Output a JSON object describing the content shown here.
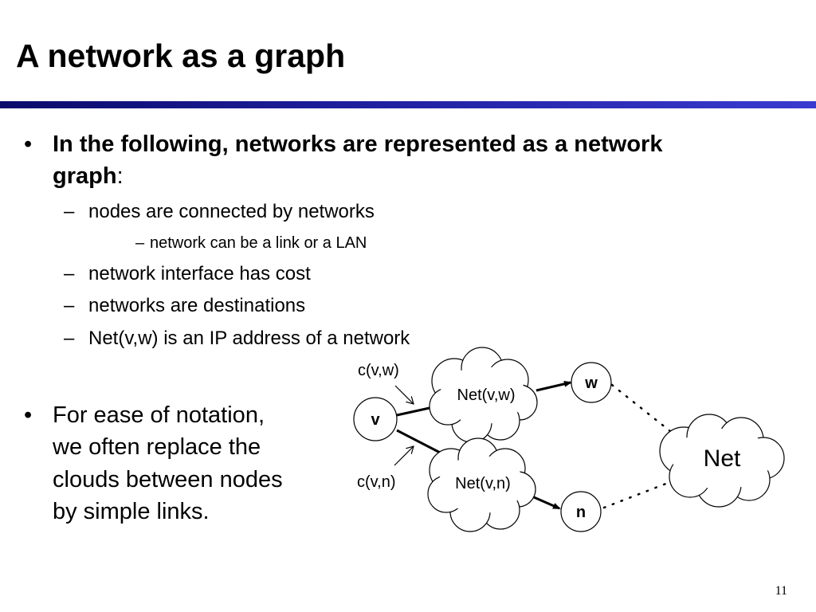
{
  "slide": {
    "title": "A network as a graph",
    "page_number": "11"
  },
  "bullets": {
    "first": {
      "bold_line1": "In the following, networks are represented as a network",
      "bold_line2": "graph",
      "suffix": ":"
    },
    "subs": [
      "nodes are connected by networks",
      "network can be a link or a LAN",
      "network interface has cost",
      "networks are destinations",
      "Net(v,w) is an IP address of a network"
    ],
    "second": {
      "lines": [
        "For ease of notation,",
        "we often replace the",
        "clouds between nodes",
        "by simple links."
      ]
    }
  },
  "diagram": {
    "nodes": {
      "v": "v",
      "w": "w",
      "n": "n"
    },
    "clouds": {
      "netvw": "Net(v,w)",
      "netvn": "Net(v,n)",
      "net": "Net"
    },
    "costs": {
      "cvw": "c(v,w)",
      "cvn": "c(v,n)"
    }
  }
}
